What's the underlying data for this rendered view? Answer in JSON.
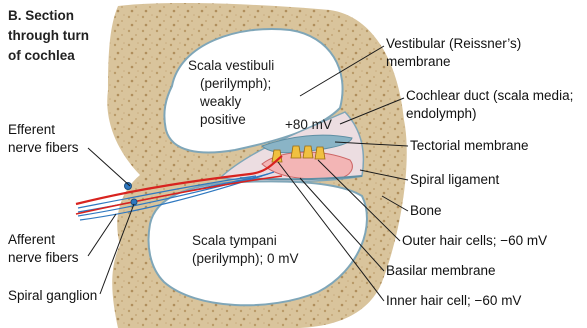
{
  "title": [
    "B. Section",
    "through turn",
    "of cochlea"
  ],
  "regions": {
    "scala_vestibuli": [
      "Scala vestibuli",
      "(perilymph);",
      "weakly",
      "positive"
    ],
    "cochlear_duct_potential": "+80 mV",
    "scala_tympani": [
      "Scala tympani",
      "(perilymph); 0 mV"
    ]
  },
  "labels_right": {
    "vestibular_membrane": [
      "Vestibular (Reissner’s)",
      "membrane"
    ],
    "cochlear_duct": [
      "Cochlear duct (scala media;",
      "endolymph)"
    ],
    "tectorial_membrane": "Tectorial membrane",
    "spiral_ligament": "Spiral ligament",
    "bone": "Bone",
    "outer_hair_cells": "Outer hair cells; −60 mV",
    "basilar_membrane": "Basilar membrane",
    "inner_hair_cell": "Inner hair cell; −60 mV"
  },
  "labels_left": {
    "efferent": [
      "Efferent",
      "nerve fibers"
    ],
    "afferent": [
      "Afferent",
      "nerve fibers"
    ],
    "spiral_ganglion": "Spiral ganglion"
  },
  "colors": {
    "bone": "#d8c39a",
    "bone_dark": "#b89a6a",
    "duct_outline": "#7fa6b8",
    "cochlear_duct_fill": "#ecdde1",
    "efferent_fiber": "#d8231f",
    "afferent_fiber": "#2f78c0",
    "tectorial": "#8ab4c6"
  }
}
